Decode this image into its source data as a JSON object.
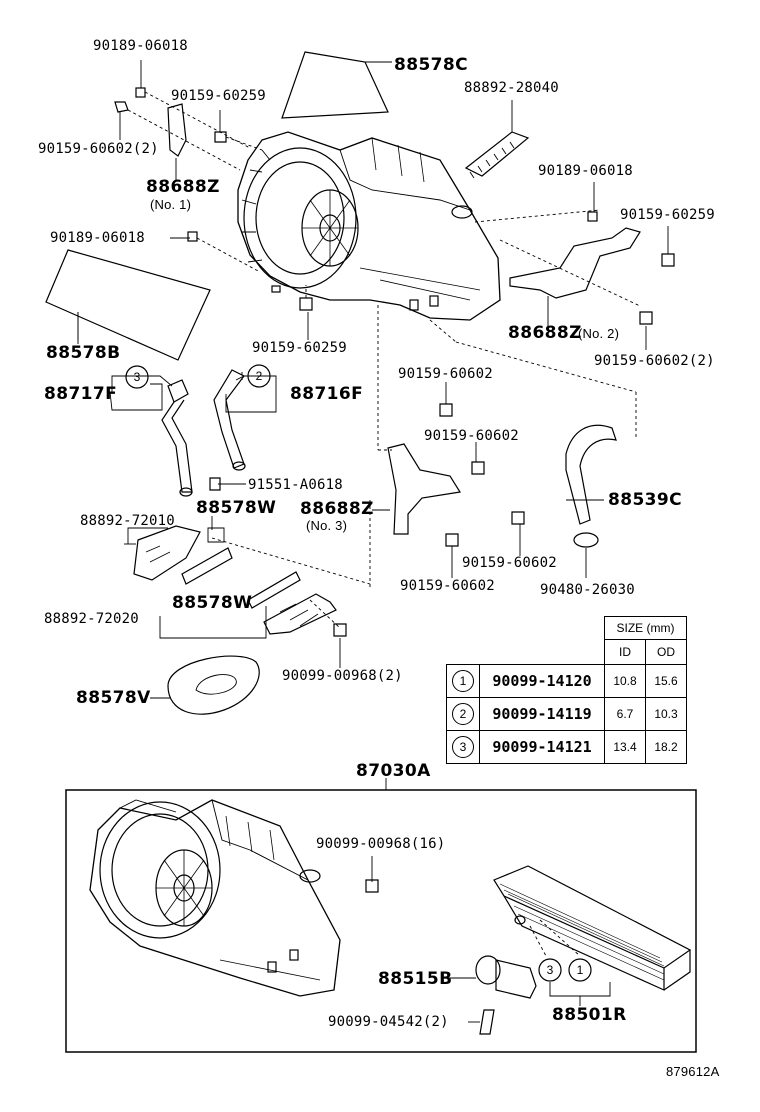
{
  "labels": {
    "p_90189_06018_a": "90189-06018",
    "p_90159_60259_a": "90159-60259",
    "p_90159_60602_2_a": "90159-60602(2)",
    "p_88578C": "88578C",
    "p_88892_28040": "88892-28040",
    "p_88688Z_1": "88688Z",
    "p_no1": "(No. 1)",
    "p_90189_06018_b": "90189-06018",
    "p_90159_60259_b": "90159-60259",
    "p_90189_06018_c": "90189-06018",
    "p_88578B": "88578B",
    "p_90159_60259_c": "90159-60259",
    "p_88688Z_2": "88688Z",
    "p_no2": "(No. 2)",
    "p_90159_60602_2_b": "90159-60602(2)",
    "p_88717F": "88717F",
    "p_88716F": "88716F",
    "p_90159_60602_a": "90159-60602",
    "p_90159_60602_b": "90159-60602",
    "p_91551_A0618": "91551-A0618",
    "p_88892_72010": "88892-72010",
    "p_88578W_a": "88578W",
    "p_88688Z_3": "88688Z",
    "p_no3": "(No. 3)",
    "p_88539C": "88539C",
    "p_90159_60602_c": "90159-60602",
    "p_90159_60602_d": "90159-60602",
    "p_90480_26030": "90480-26030",
    "p_88892_72020": "88892-72020",
    "p_88578W_b": "88578W",
    "p_90099_00968_2": "90099-00968(2)",
    "p_88578V": "88578V",
    "p_87030A": "87030A",
    "p_90099_00968_16": "90099-00968(16)",
    "p_88515B": "88515B",
    "p_90099_04542_2": "90099-04542(2)",
    "p_88501R": "88501R",
    "diagram_id": "879612A"
  },
  "callouts": {
    "c_88717F": "3",
    "c_88716F": "2",
    "c_88501R_3": "3",
    "c_88501R_1": "1"
  },
  "size_table": {
    "header": "SIZE (mm)",
    "col_id": "ID",
    "col_od": "OD",
    "rows": [
      {
        "ref": "1",
        "part": "90099-14120",
        "id": "10.8",
        "od": "15.6"
      },
      {
        "ref": "2",
        "part": "90099-14119",
        "id": "6.7",
        "od": "10.3"
      },
      {
        "ref": "3",
        "part": "90099-14121",
        "id": "13.4",
        "od": "18.2"
      }
    ]
  }
}
